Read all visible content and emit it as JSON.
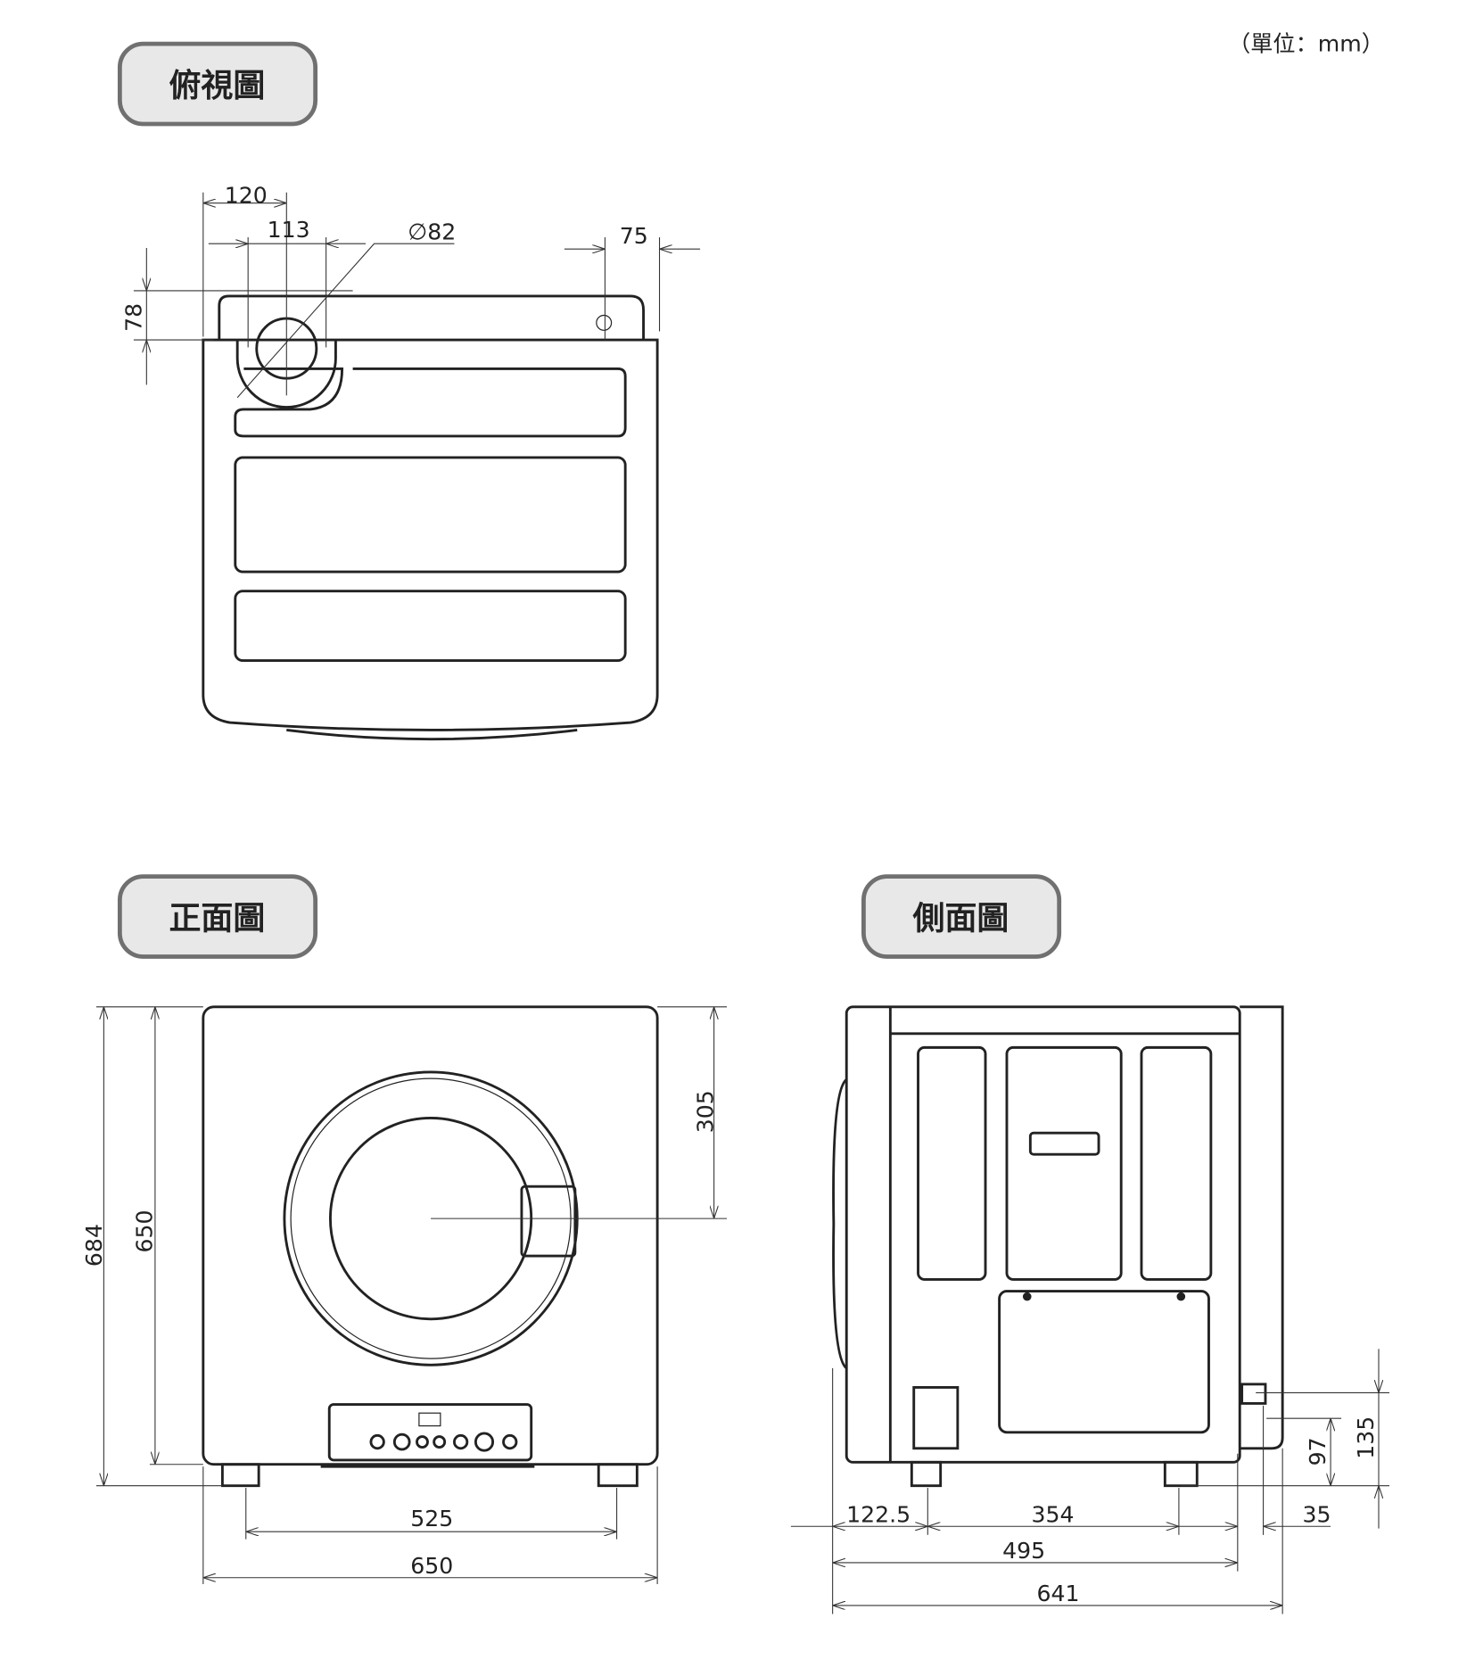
{
  "unit_label": "（單位：mm）",
  "views": {
    "top": {
      "title": "俯視圖",
      "dims": {
        "d120": "120",
        "d113": "113",
        "phi82": "∅82",
        "d75": "75",
        "d78": "78"
      }
    },
    "front": {
      "title": "正面圖",
      "dims": {
        "h684": "684",
        "h650": "650",
        "h305": "305",
        "w525": "525",
        "w650": "650"
      }
    },
    "side": {
      "title": "側面圖",
      "dims": {
        "d122_5": "122.5",
        "d354": "354",
        "d35": "35",
        "d495": "495",
        "d641": "641",
        "h97": "97",
        "h135": "135"
      }
    }
  },
  "colors": {
    "line": "#222222",
    "pill_fill": "#e8e8e8",
    "pill_stroke": "#707070",
    "phi_accent": "#c0392b"
  }
}
